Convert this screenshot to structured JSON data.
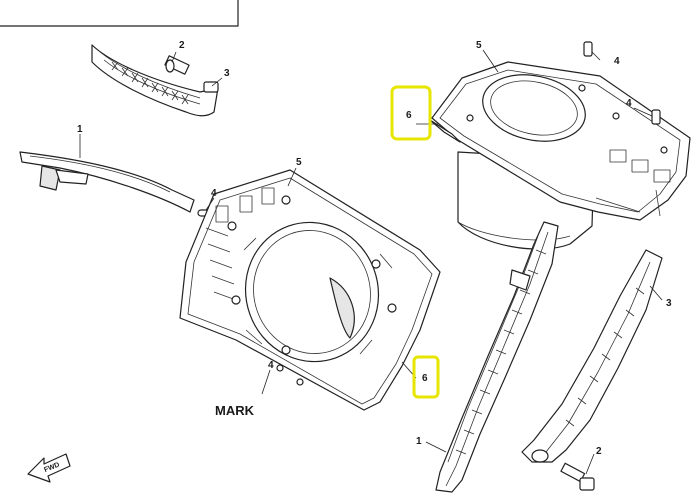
{
  "callouts": {
    "part_1": "1",
    "part_2": "2",
    "part_3": "3",
    "part_4": "4",
    "part_5": "5",
    "part_6": "6"
  },
  "mark_label": "MARK",
  "fwd_label": "FWD",
  "highlight_color": "#e6e600"
}
